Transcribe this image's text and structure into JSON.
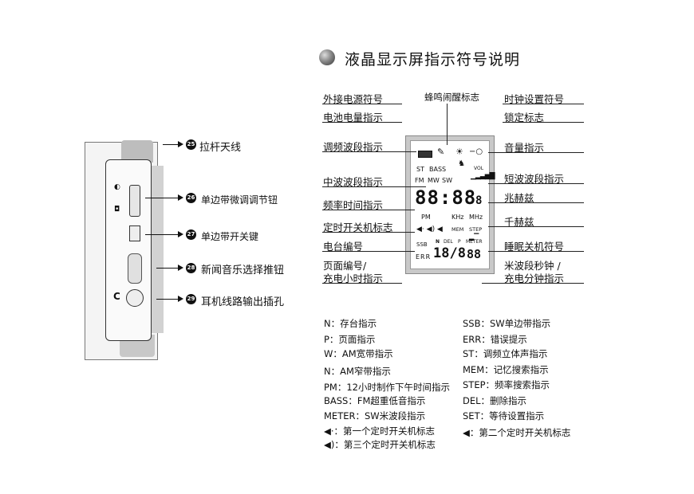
{
  "title": "液晶显示屏指示符号说明",
  "callouts": {
    "ext_power": "外接电源符号",
    "buzzer": "蜂鸣闹醒标志",
    "clock_set": "时钟设置符号",
    "battery": "电池电量指示",
    "lock": "锁定标志",
    "fm_band": "调频波段指示",
    "volume": "音量指示",
    "mw_band": "中波波段指示",
    "sw_band": "短波波段指示",
    "mhz": "兆赫兹",
    "freq_time": "频率时间指示",
    "timer": "定时开关机标志",
    "khz": "千赫兹",
    "station": "电台编号",
    "sleep": "睡眠关机符号",
    "page_a": "页面编号/",
    "page_b": "充电小时指示",
    "meter_a": "米波段秒钟 /",
    "meter_b": "充电分钟指示"
  },
  "lcd": {
    "st": "ST",
    "bass": "BASS",
    "vol": "VOL",
    "fm": "FM",
    "mw": "MW",
    "sw": "SW",
    "digits": "88:88",
    "small_digit": "8",
    "pm": "PM",
    "khz": "KHz",
    "mhz": "MHz",
    "mem": "MEM",
    "step": "STEP",
    "ssb": "SSB",
    "n": "N",
    "del": "DEL",
    "p": "P",
    "meter": "METER",
    "err": "ERR",
    "page_digits": "18/8",
    "meter_digits": "88"
  },
  "device": {
    "items": [
      {
        "num": "25",
        "label": "拉杆天线"
      },
      {
        "num": "26",
        "label": "单边带微调调节钮"
      },
      {
        "num": "27",
        "label": "单边带开关键"
      },
      {
        "num": "28",
        "label": "新闻音乐选择推钮"
      },
      {
        "num": "29",
        "label": "耳机线路输出插孔"
      }
    ]
  },
  "legend": {
    "left": [
      "N：存台指示",
      "P：页面指示",
      "W：AM宽带指示",
      "N：AM窄带指示",
      "PM：12小时制作下午时间指示",
      "BASS：FM超重低音指示",
      "METER：SW米波段指示",
      "◀·：第一个定时开关机标志",
      "◀)：第三个定时开关机标志"
    ],
    "right": [
      "SSB：SW单边带指示",
      "ERR：错误提示",
      "ST：调频立体声指示",
      "MEM：记忆搜索指示",
      "STEP：频率搜索指示",
      "DEL：删除指示",
      "SET：等待设置指示",
      "◀：第二个定时开关机标志"
    ]
  }
}
